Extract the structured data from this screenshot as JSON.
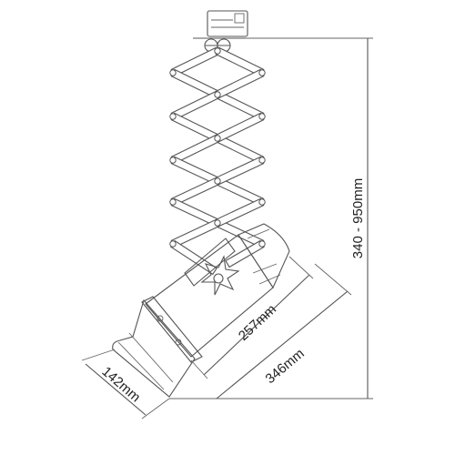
{
  "dimensions": {
    "height_range": "340 - 950mm",
    "housing_length": "257mm",
    "total_length": "346mm",
    "front_size": "142mm"
  },
  "colors": {
    "line": "#555555",
    "fill": "#ffffff",
    "text": "#222222"
  }
}
